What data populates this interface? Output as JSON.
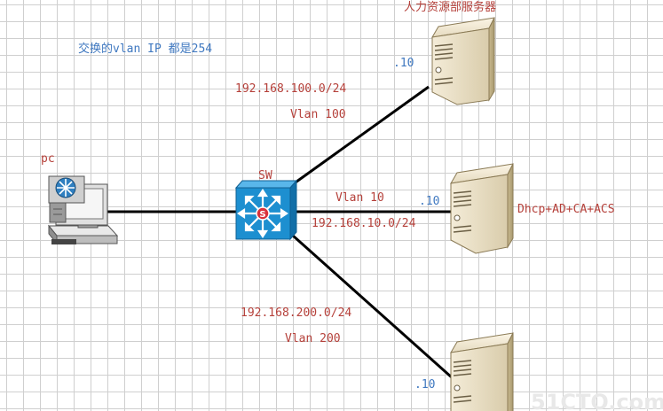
{
  "note": "交换的vlan IP 都是254",
  "devices": {
    "pc": {
      "label": "pc"
    },
    "switch": {
      "label": "SW"
    },
    "server_hr": {
      "label": "人力资源部服务器",
      "host": ".10"
    },
    "server_dhcp": {
      "label": "Dhcp+AD+CA+ACS",
      "host": ".10"
    },
    "server_bottom": {
      "host": ".10"
    }
  },
  "links": {
    "hr": {
      "subnet": "192.168.100.0/24",
      "vlan": "Vlan 100"
    },
    "dhcp": {
      "subnet": "192.168.10.0/24",
      "vlan": "Vlan 10"
    },
    "bottom": {
      "subnet": "192.168.200.0/24",
      "vlan": "Vlan 200"
    }
  },
  "watermark": "51CTO.com",
  "colors": {
    "label_red": "#b5403a",
    "label_blue": "#3f78c0",
    "switch_blue": "#1d8fd0",
    "link": "#000000"
  }
}
